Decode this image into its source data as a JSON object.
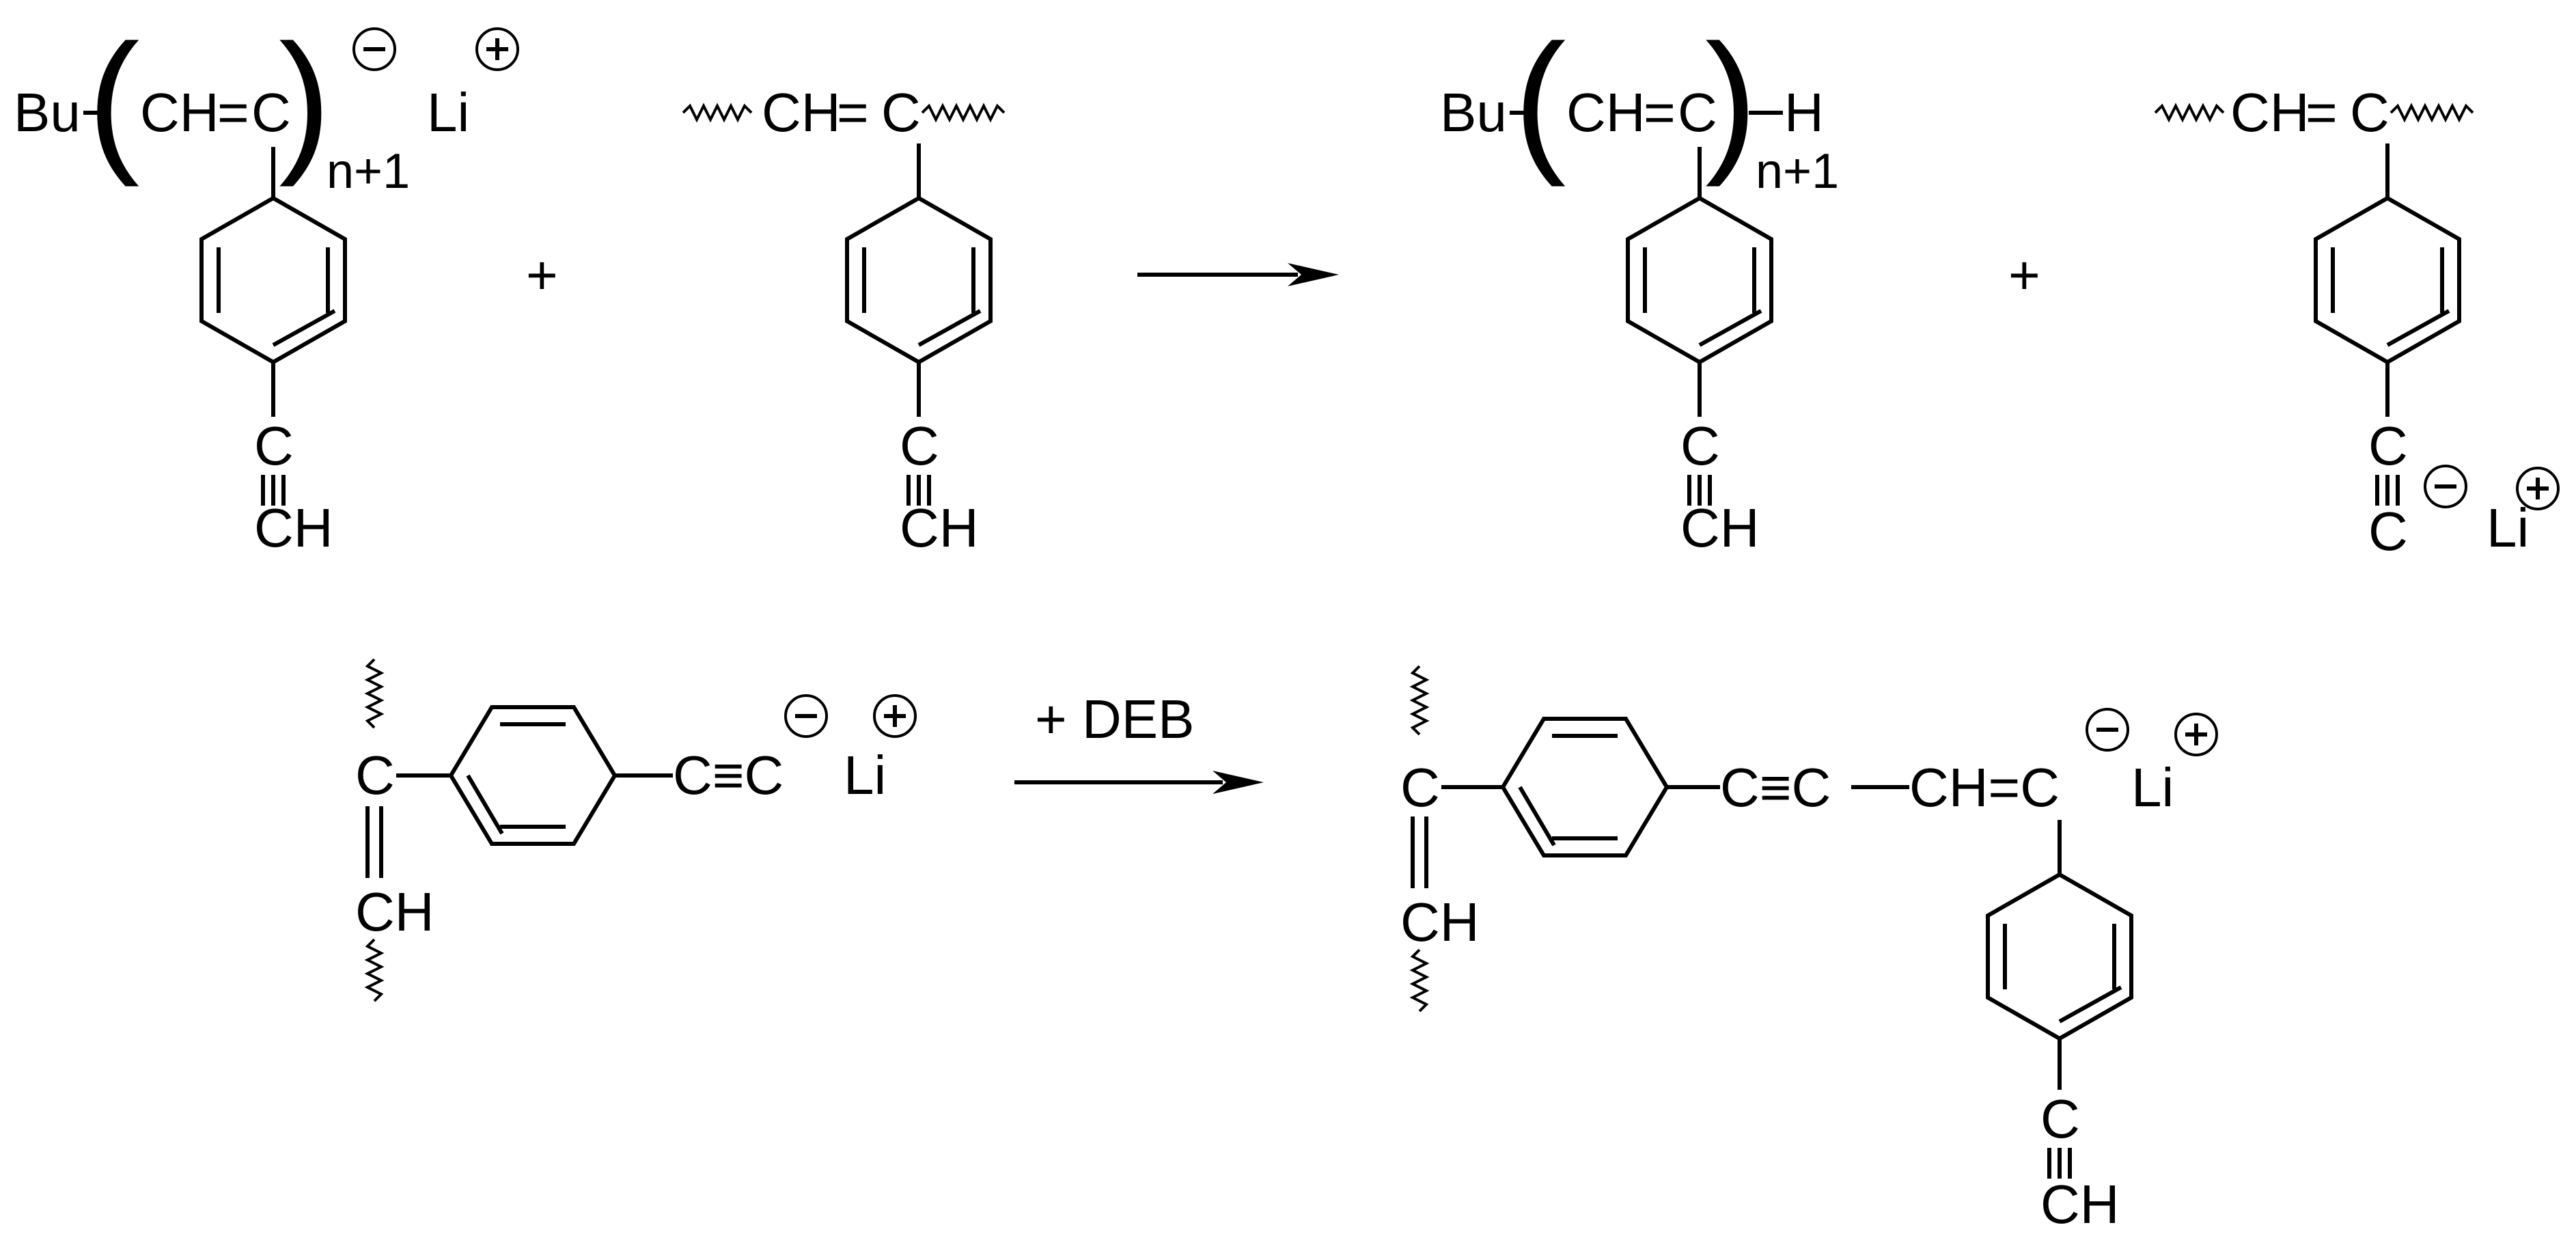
{
  "labels": {
    "bu": "Bu",
    "ch": "CH",
    "c": "C",
    "eq": "=",
    "li": "Li",
    "h": "H",
    "n_plus_1": "n+1",
    "plus": "+",
    "deb": "+ DEB",
    "triple": "C≡C",
    "ch_eq_c": "CH=C"
  },
  "charges": {
    "minus": "−",
    "plus": "+"
  }
}
